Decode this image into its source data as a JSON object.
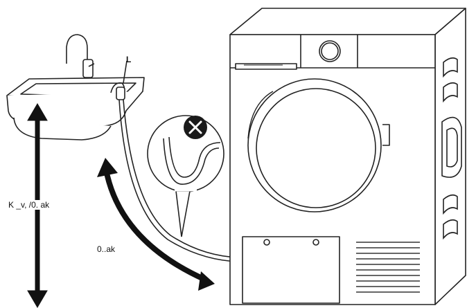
{
  "labels": {
    "hose_end": "L",
    "max_height": "K _v, /0. ak",
    "max_length": "0..ak"
  },
  "icons": {
    "prohibited": "x-circle-icon",
    "faucet": "faucet-icon"
  },
  "colors": {
    "line": "#222222",
    "arrow": "#111111",
    "background": "#ffffff",
    "prohibited_fill": "#1a1a1a"
  }
}
